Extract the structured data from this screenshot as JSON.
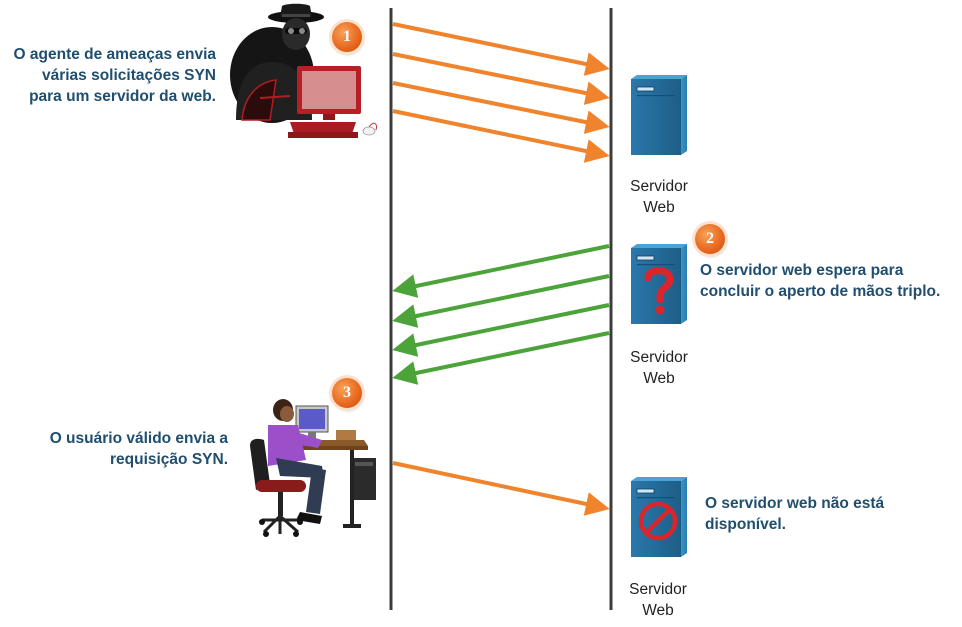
{
  "steps": [
    {
      "number": "1",
      "text": "O agente de ameaças envia várias solicitações SYN para um servidor da web."
    },
    {
      "number": "2",
      "text": "O servidor web espera para concluir o aperto de mãos triplo."
    },
    {
      "number": "3",
      "text": "O usuário válido envia a requisição SYN."
    }
  ],
  "servers": [
    {
      "label_line1": "Servidor",
      "label_line2": "Web",
      "state": "normal"
    },
    {
      "label_line1": "Servidor",
      "label_line2": "Web",
      "state": "waiting"
    },
    {
      "label_line1": "Servidor",
      "label_line2": "Web",
      "state": "unavailable"
    }
  ],
  "unavailable_text": "O servidor web não está disponível.",
  "colors": {
    "syn_arrow": "#f0842c",
    "synack_arrow": "#4ca33a",
    "timeline": "#3c3c3c",
    "caption_text": "#1f4e6e",
    "server_body": "#2f7fb0",
    "badge": "#e8661c"
  },
  "icons": {
    "attacker": "hooded-attacker-icon",
    "user": "office-user-icon",
    "server": "server-tower-icon",
    "waiting": "question-mark-icon",
    "unavailable": "prohibited-icon"
  }
}
